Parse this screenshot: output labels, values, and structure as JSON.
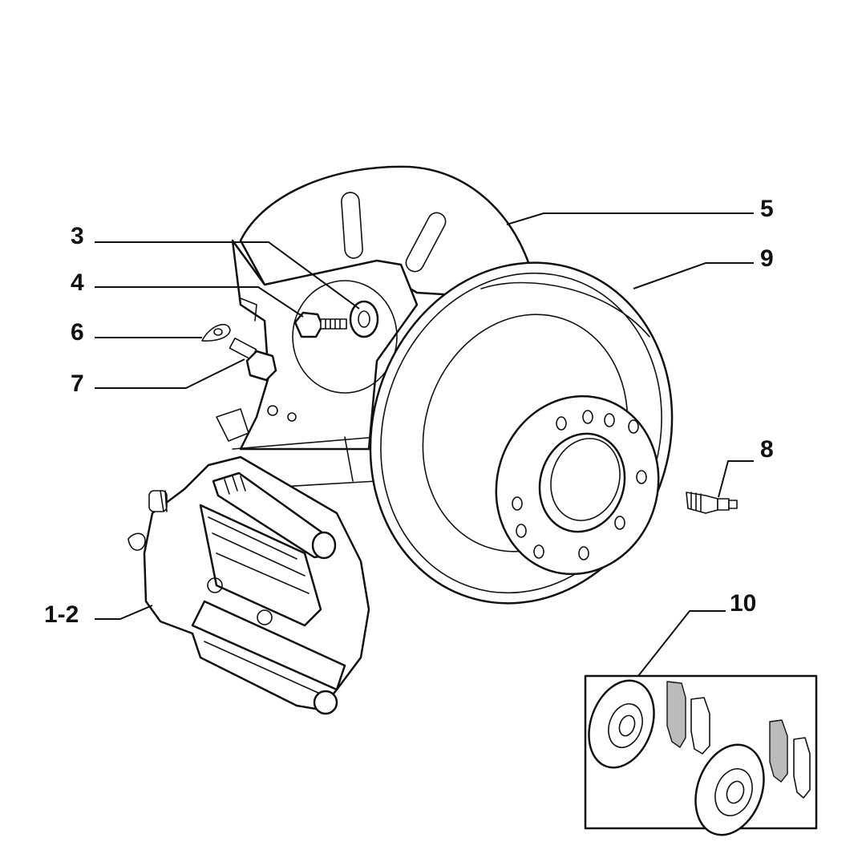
{
  "callouts": {
    "c1": "1-2",
    "c3": "3",
    "c4": "4",
    "c5": "5",
    "c6": "6",
    "c7": "7",
    "c8": "8",
    "c9": "9",
    "c10": "10"
  },
  "colors": {
    "line": "#111111",
    "background": "#ffffff"
  }
}
